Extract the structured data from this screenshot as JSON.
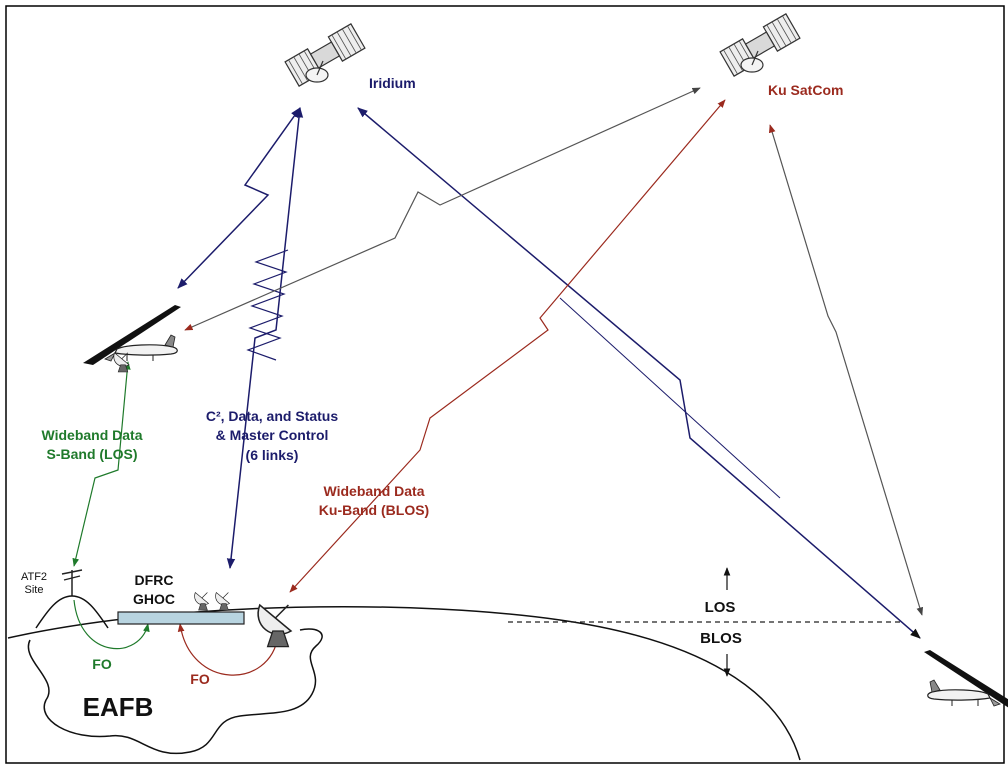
{
  "labels": {
    "iridium": "Iridium",
    "ku_satcom": "Ku SatCom",
    "c2_line1": "C², Data, and Status",
    "c2_line2": "& Master Control",
    "c2_line3": "(6 links)",
    "wideband_s_line1": "Wideband Data",
    "wideband_s_line2": "S-Band (LOS)",
    "wideband_ku_line1": "Wideband Data",
    "wideband_ku_line2": "Ku-Band (BLOS)",
    "atf2_line1": "ATF2",
    "atf2_line2": "Site",
    "dfrc": "DFRC",
    "ghoc": "GHOC",
    "fo_green": "FO",
    "fo_red": "FO",
    "los": "LOS",
    "blos": "BLOS",
    "eafb": "EAFB"
  },
  "colors": {
    "iridium_link": "#1c1c6b",
    "ku_link": "#9b2a1e",
    "sband_link": "#1f7a2b",
    "los_blos_link": "#555555",
    "ground_station": "#b8d4e0"
  },
  "icons": {
    "satellite": "satellite-icon",
    "aircraft": "global-hawk-aircraft-icon",
    "dish": "satellite-dish-icon",
    "tower": "antenna-tower-icon"
  }
}
